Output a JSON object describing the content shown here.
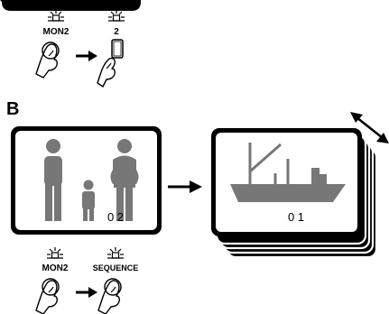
{
  "top_panel": {
    "button_1_label": "MON2",
    "button_2_label": "2"
  },
  "panel_b": {
    "section_letter": "B",
    "left_screen_number": "0 2",
    "right_screen_number": "0 1",
    "button_1_label": "MON2",
    "button_2_label": "SEQUENCE"
  },
  "icons": [
    "led-indicator-icon",
    "finger-press-icon",
    "arrow-right-icon",
    "people-icon",
    "ship-icon",
    "double-arrow-icon"
  ]
}
